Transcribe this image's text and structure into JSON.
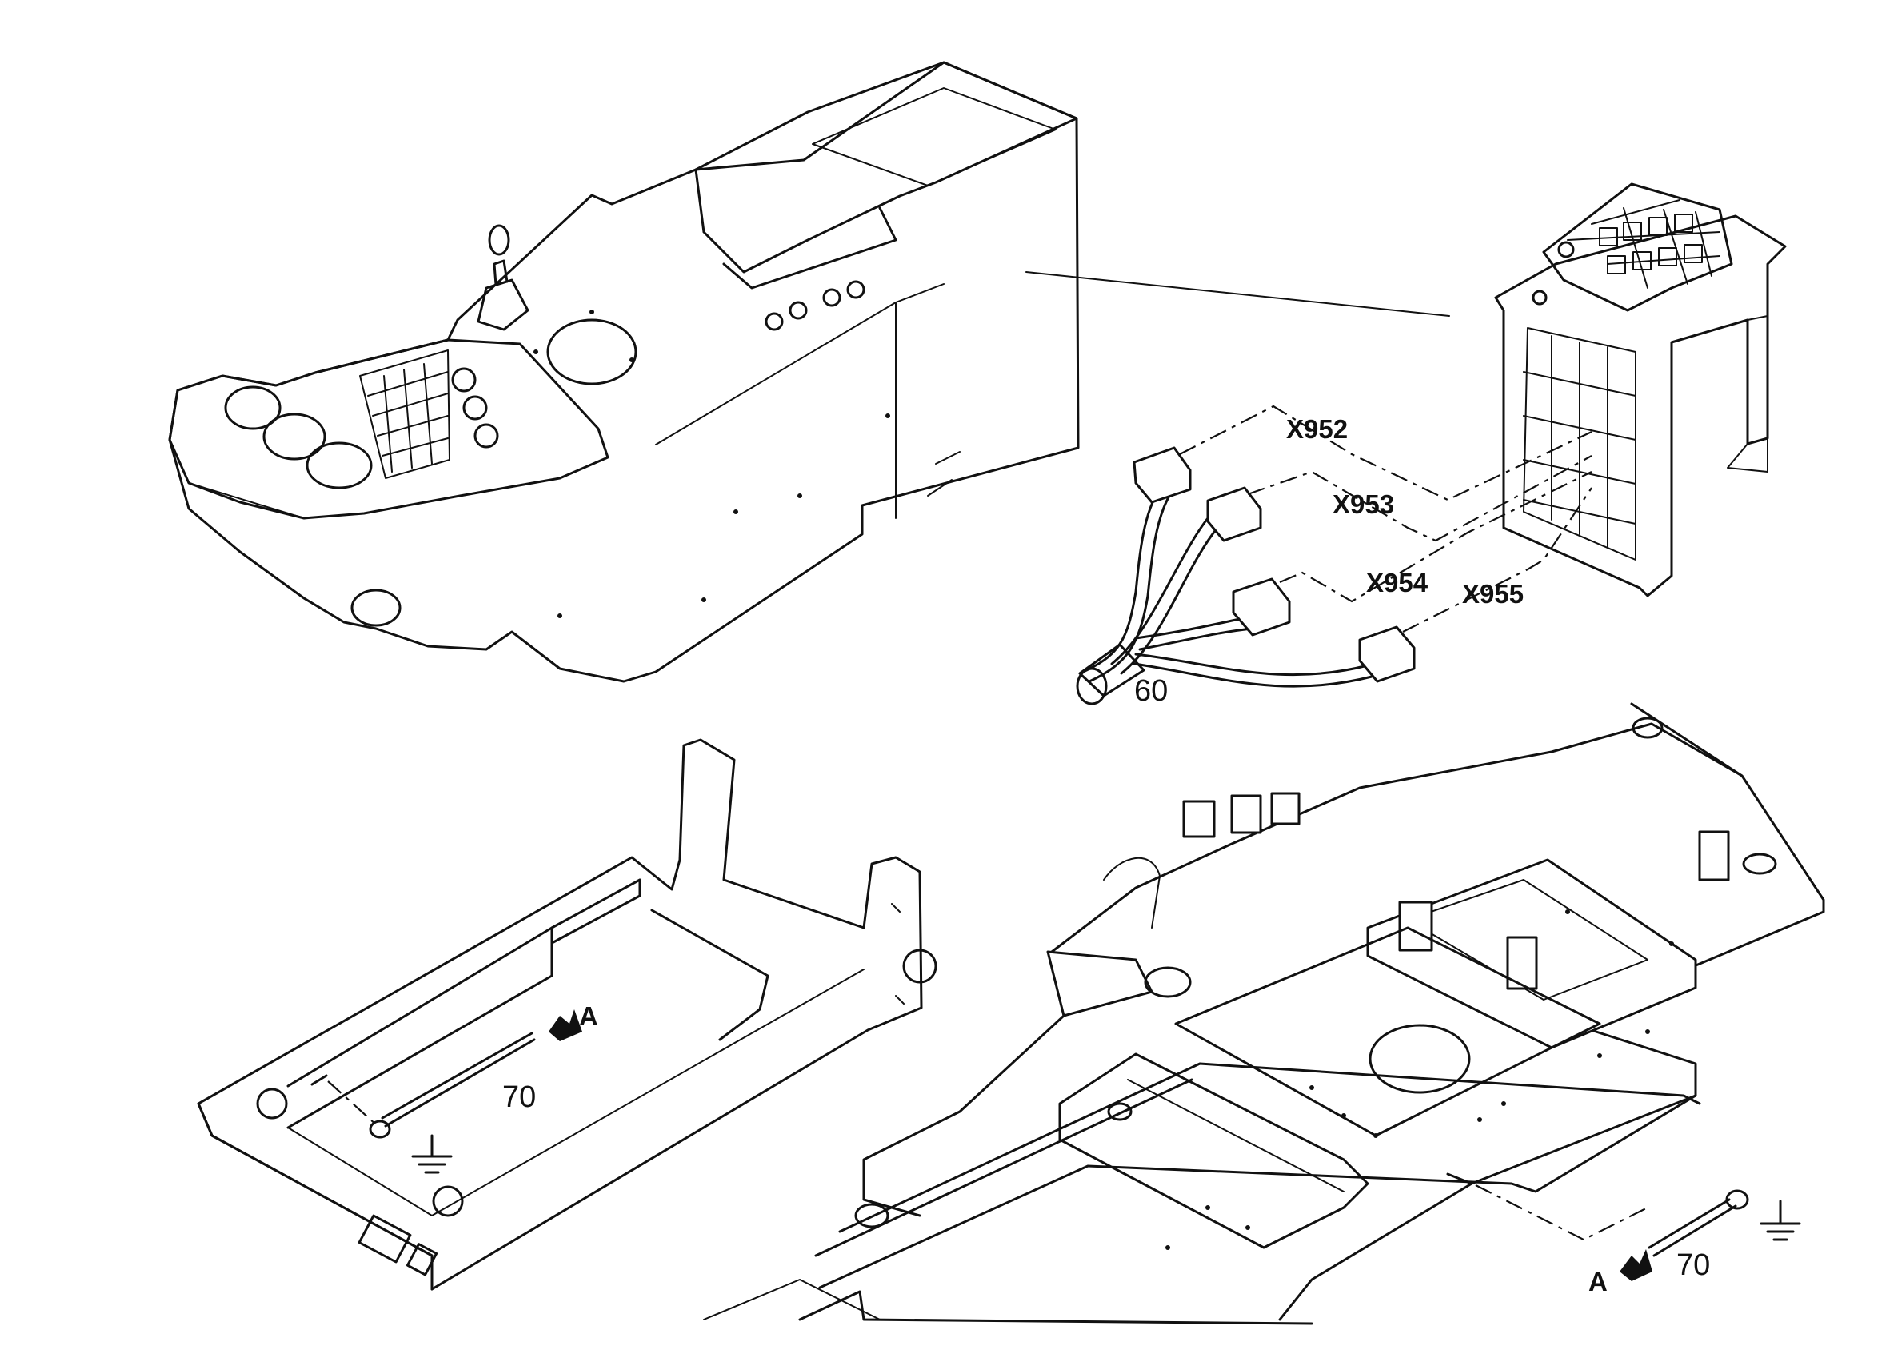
{
  "callouts": {
    "harness_ref": "60",
    "ground_ref_left": "70",
    "ground_ref_right": "70",
    "view_left": "A",
    "view_right": "A"
  },
  "connectors": [
    "X952",
    "X953",
    "X954",
    "X955"
  ]
}
